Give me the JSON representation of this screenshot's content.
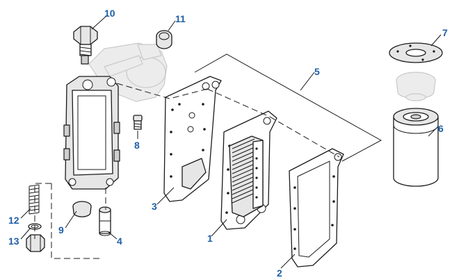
{
  "callouts": [
    {
      "id": "1",
      "part": "oil-cooler-element"
    },
    {
      "id": "2",
      "part": "cooler-gasket-outer"
    },
    {
      "id": "3",
      "part": "cooler-gasket-inner"
    },
    {
      "id": "4",
      "part": "dowel-sleeve"
    },
    {
      "id": "5",
      "part": "gasket-kit-bracket"
    },
    {
      "id": "6",
      "part": "oil-filter"
    },
    {
      "id": "7",
      "part": "filter-head-gasket"
    },
    {
      "id": "8",
      "part": "plug-small"
    },
    {
      "id": "9",
      "part": "expansion-plug"
    },
    {
      "id": "10",
      "part": "regulator-plug"
    },
    {
      "id": "11",
      "part": "cup-plug"
    },
    {
      "id": "12",
      "part": "regulator-spring"
    },
    {
      "id": "13",
      "part": "sealing-washer"
    }
  ]
}
